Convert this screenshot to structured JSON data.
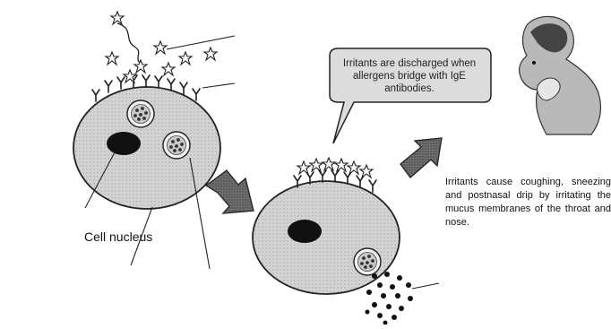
{
  "labels": {
    "cell_nucleus": "Cell nucleus",
    "callout": "Irritants are discharged when allergens bridge with IgE antibodies.",
    "effect": "Irritants cause coughing, sneezing and postnasal drip by irritating the mucus membranes of the throat and nose."
  },
  "colors": {
    "cell_fill": "#d3d3d3",
    "cell_stroke": "#222222",
    "nucleus": "#111111",
    "arrow_fill": "#6a6a6a",
    "callout_fill": "#dcdcdc"
  },
  "icons": [
    "allergen-star-icon",
    "ige-antibody-icon",
    "mast-cell-icon",
    "granule-icon",
    "arrow-icon",
    "person-coughing-icon"
  ]
}
